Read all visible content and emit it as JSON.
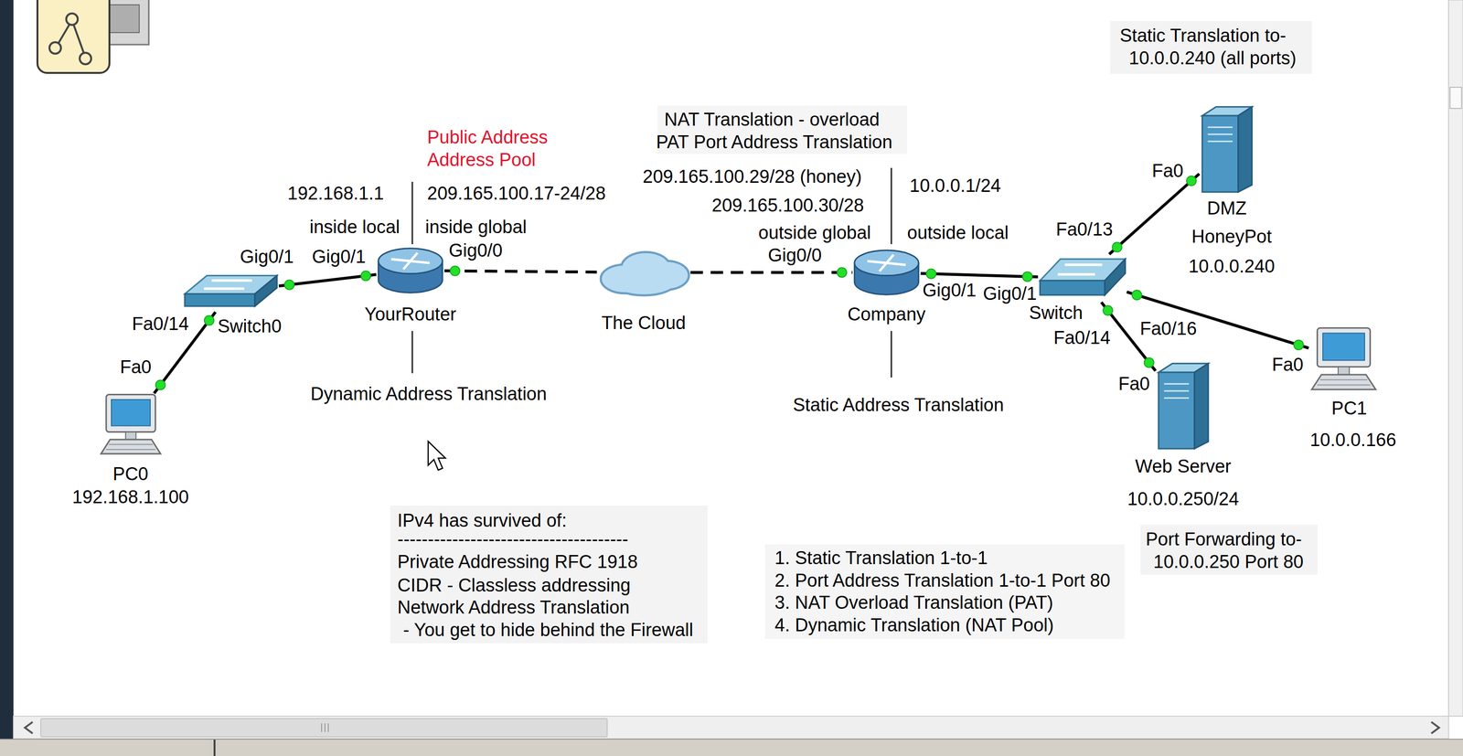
{
  "diagram": {
    "nodes": [
      {
        "text": [
          "PC0",
          "192.168.1.100"
        ]
      },
      {
        "text": [
          "Switch0"
        ]
      },
      {
        "text": [
          "YourRouter"
        ]
      },
      {
        "text": [
          "The Cloud"
        ]
      },
      {
        "text": [
          "Company"
        ]
      },
      {
        "text": [
          "Switch"
        ]
      },
      {
        "text": [
          "DMZ",
          "HoneyPot",
          "10.0.0.240"
        ]
      },
      {
        "text": [
          "Web Server",
          "10.0.0.250/24"
        ]
      },
      {
        "text": [
          "PC1",
          "10.0.0.166"
        ]
      }
    ],
    "edges": [
      {
        "from": 0,
        "to": 1,
        "arrow": "none"
      },
      {
        "from": 1,
        "to": 2,
        "arrow": "none"
      },
      {
        "from": 2,
        "to": 3,
        "arrow": "none"
      },
      {
        "from": 3,
        "to": 4,
        "arrow": "none"
      },
      {
        "from": 4,
        "to": 5,
        "arrow": "none"
      },
      {
        "from": 5,
        "to": 6,
        "arrow": "none"
      },
      {
        "from": 5,
        "to": 7,
        "arrow": "none"
      },
      {
        "from": 5,
        "to": 8,
        "arrow": "none"
      }
    ],
    "labels": [
      "Fa0",
      "Fa0/14",
      "Gig0/1",
      "Gig0/1",
      "Gig0/0",
      "Gig0/0",
      "Gig0/1",
      "Gig0/1",
      "Fa0/13",
      "Fa0",
      "Fa0/16",
      "Fa0/14",
      "Fa0",
      "Fa0",
      "Static Translation to-",
      "10.0.0.240 (all ports)",
      "Public Address",
      "Address Pool",
      "192.168.1.1",
      "inside local",
      "209.165.100.17-24/28",
      "inside global",
      "NAT Translation - overload",
      "PAT Port Address Translation",
      "209.165.100.29/28 (honey)",
      "209.165.100.30/28",
      "outside global",
      "10.0.0.1/24",
      "outside local",
      "Dynamic Address Translation",
      "Static Address Translation",
      "IPv4 has survived of:",
      "--------------------------------------",
      "Private Addressing RFC 1918",
      "CIDR - Classless addressing",
      "Network Address Translation",
      "- You get to hide behind the Firewall",
      "1. Static Translation 1-to-1",
      "2. Port Address Translation 1-to-1 Port 80",
      "3. NAT Overload Translation (PAT)",
      "4. Dynamic Translation (NAT Pool)",
      "Port Forwarding to-",
      "10.0.0.250 Port 80"
    ]
  }
}
